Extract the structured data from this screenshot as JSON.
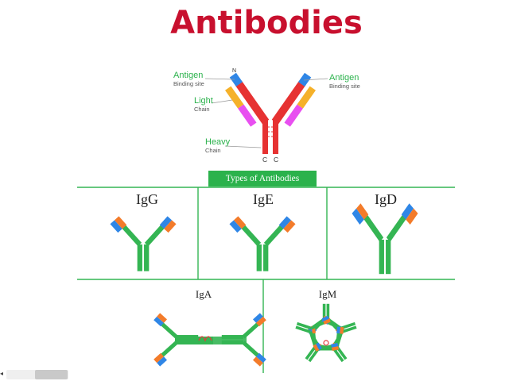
{
  "title": "Antibodies",
  "colors": {
    "title": "#c8102e",
    "label_green": "#2bb24c",
    "banner": "#2bb24c",
    "heavy_chain": "#e63232",
    "light_chain_pink": "#e84ff0",
    "light_chain_yellow": "#f5b12a",
    "variable_blue": "#2f86e6",
    "variable_orange": "#f37b2a",
    "antibody_green": "#34b553",
    "disulfide": "#e23b3b"
  },
  "structure": {
    "labels": {
      "antigen_left": {
        "main": "Antigen",
        "sub": "Binding site"
      },
      "antigen_right": {
        "main": "Antigen",
        "sub": "Binding site"
      },
      "light_chain": {
        "main": "Light",
        "sub": "Chain"
      },
      "heavy_chain": {
        "main": "Heavy",
        "sub": "Chain"
      },
      "n_terminus": "N",
      "c_terminus_left": "C",
      "c_terminus_right": "C"
    }
  },
  "types_banner": "Types of Antibodies",
  "types": {
    "igg": "IgG",
    "ige": "IgE",
    "igd": "IgD",
    "iga": "IgA",
    "igm": "IgM"
  },
  "scrollbar": {
    "arrow_icon": "chevron-left-icon"
  }
}
